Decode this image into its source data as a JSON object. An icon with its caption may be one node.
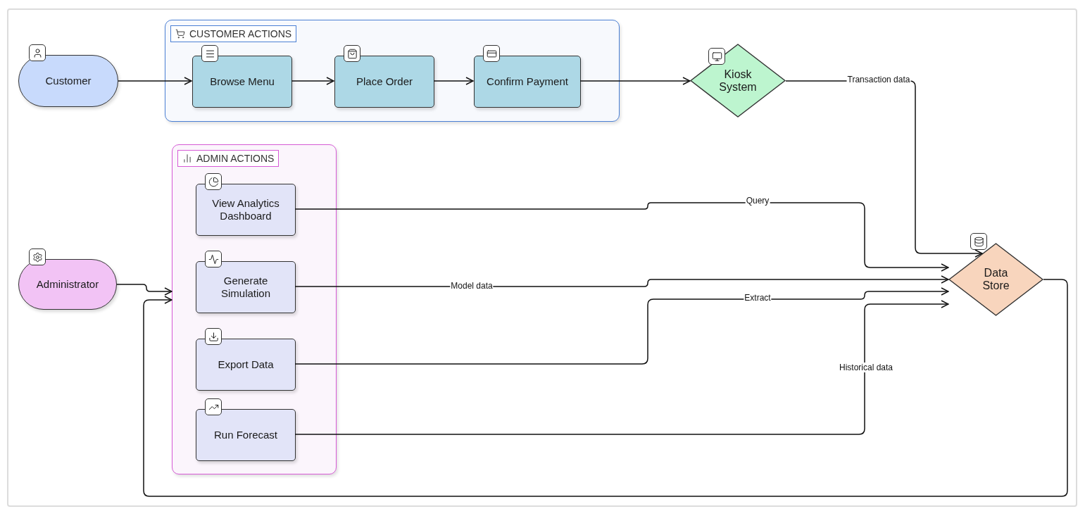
{
  "diagram": {
    "nodes": [
      {
        "text": [
          "Customer"
        ]
      },
      {
        "text": [
          "CUSTOMER ACTIONS"
        ]
      },
      {
        "text": [
          "Browse Menu"
        ],
        "in": 1
      },
      {
        "text": [
          "Place Order"
        ],
        "in": 1
      },
      {
        "text": [
          "Confirm Payment"
        ],
        "in": 1
      },
      {
        "text": [
          "Kiosk System"
        ]
      },
      {
        "text": [
          "ADMIN ACTIONS"
        ]
      },
      {
        "text": [
          "View Analytics Dashboard"
        ],
        "in": 6
      },
      {
        "text": [
          "Generate Simulation"
        ],
        "in": 6
      },
      {
        "text": [
          "Export Data"
        ],
        "in": 6
      },
      {
        "text": [
          "Run Forecast"
        ],
        "in": 6
      },
      {
        "text": [
          "Administrator"
        ]
      },
      {
        "text": [
          "Data Store"
        ]
      }
    ],
    "edges": [
      {
        "from": 0,
        "to": 2,
        "arrow": "to"
      },
      {
        "from": 2,
        "to": 3,
        "arrow": "to"
      },
      {
        "from": 3,
        "to": 4,
        "arrow": "to"
      },
      {
        "from": 4,
        "to": 5,
        "arrow": "to"
      },
      {
        "from": 5,
        "to": 12,
        "label": "Transaction data",
        "arrow": "to"
      },
      {
        "from": 7,
        "to": 12,
        "label": "Query",
        "arrow": "to"
      },
      {
        "from": 8,
        "to": 12,
        "label": "Model data",
        "arrow": "to"
      },
      {
        "from": 9,
        "to": 12,
        "label": "Extract",
        "arrow": "to"
      },
      {
        "from": 10,
        "to": 12,
        "label": "Historical data",
        "arrow": "to"
      },
      {
        "from": 11,
        "to": 6,
        "arrow": "to"
      },
      {
        "from": 12,
        "to": 6,
        "arrow": "to"
      }
    ]
  }
}
